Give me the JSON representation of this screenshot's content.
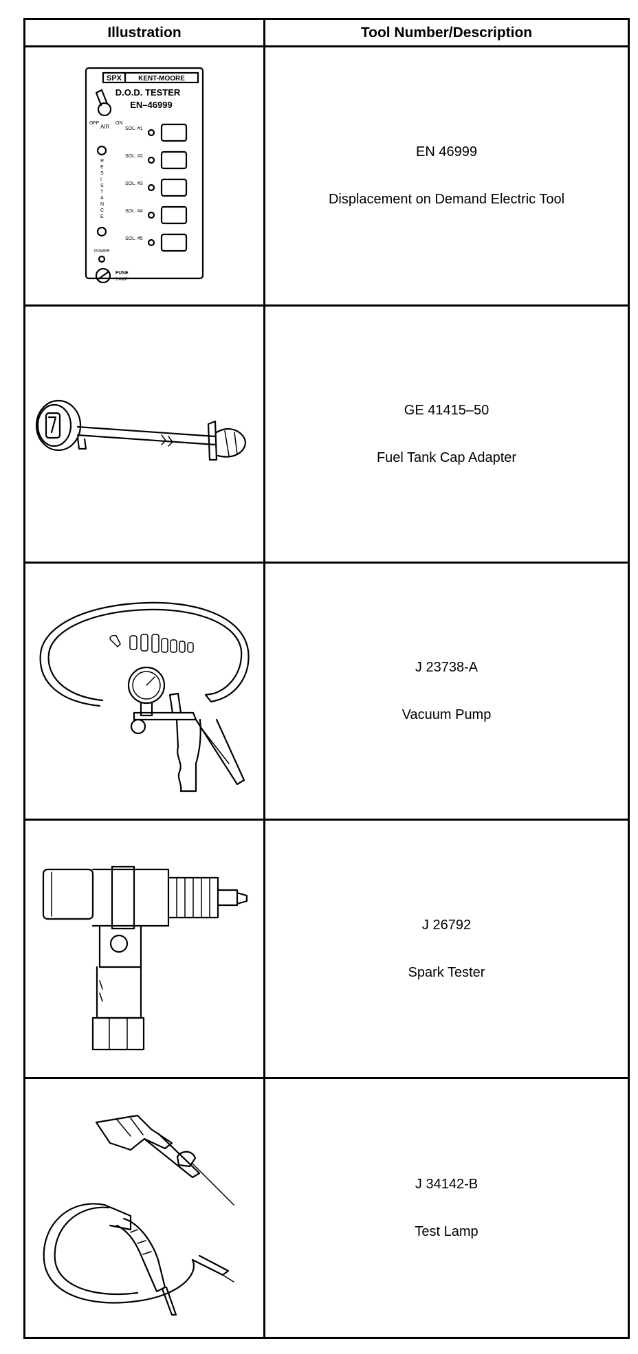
{
  "table": {
    "header": {
      "illustration": "Illustration",
      "tool": "Tool Number/Description"
    },
    "rows": [
      {
        "number": "EN 46999",
        "description": "Displacement on Demand Electric Tool",
        "icon": "dod-tester-icon"
      },
      {
        "number": "GE 41415–50",
        "description": "Fuel Tank Cap Adapter",
        "icon": "fuel-tank-cap-adapter-icon"
      },
      {
        "number": "J 23738-A",
        "description": "Vacuum Pump",
        "icon": "vacuum-pump-icon"
      },
      {
        "number": "J 26792",
        "description": "Spark Tester",
        "icon": "spark-tester-icon"
      },
      {
        "number": "J 34142-B",
        "description": "Test Lamp",
        "icon": "test-lamp-icon"
      }
    ]
  },
  "dod_tester": {
    "brand": "SPX",
    "maker": "KENT-MOORE",
    "title": "D.O.D. TESTER",
    "model": "EN–46999",
    "switch_off": "OFF",
    "switch_air": "AIR",
    "switch_on": "ON",
    "resistance": "RESISTANCE",
    "power": "POWER",
    "fuse": "FUSE",
    "amp": "3 AMP",
    "sol_labels": [
      "SOL. #1",
      "SOL. #2",
      "SOL. #3",
      "SOL. #4",
      "SOL. #5"
    ]
  }
}
